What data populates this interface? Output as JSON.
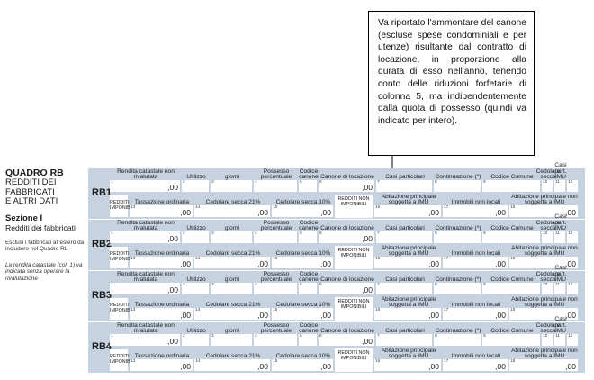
{
  "callout": {
    "text": "Va riportato l'ammontare del canone (escluse spese condominiali e per utenze) risultante dal contratto di locazione, in proporzione alla durata di esso nell'anno, tenendo conto delle riduzioni forfetarie di colonna 5, ma indipendentemente dalla quota di possesso (quindi va indicato per intero)."
  },
  "left": {
    "quadro_title": "QUADRO RB",
    "quadro_sub1": "REDDITI DEI",
    "quadro_sub2": "FABBRICATI",
    "quadro_sub3": "E ALTRI DATI",
    "sezione_title": "Sezione I",
    "sezione_sub": "Redditi dei fabbricati",
    "note_esclusi": "Esclusi i fabbricati all'estero da includere nel Quadro RL",
    "note_rendita": "La rendita catastale (col. 1) va indicata senza operare la rivalutazione"
  },
  "rows": [
    {
      "label": "RB1",
      "top": [
        {
          "num": "1",
          "hdr": "Rendita catastale non rivalutata",
          "val": ",00"
        },
        {
          "num": "2",
          "hdr": "Utilizzo",
          "val": ""
        },
        {
          "num": "3",
          "hdr": "giorni",
          "val": ""
        },
        {
          "num": "4",
          "hdr": "Possesso percentuale",
          "val": ""
        },
        {
          "num": "5",
          "hdr": "Codice canone",
          "val": ""
        },
        {
          "num": "6",
          "hdr": "Canone di locazione",
          "val": ",00"
        },
        {
          "num": "7",
          "hdr": "Casi particolari",
          "val": ""
        },
        {
          "num": "8",
          "hdr": "Continuazione (*)",
          "val": ""
        },
        {
          "num": "9",
          "hdr": "Codice Comune",
          "val": ""
        },
        {
          "num": "10",
          "hdr": "Cedolare secca",
          "val": ""
        },
        {
          "num": "11",
          "hdr": "Casi part. IMU",
          "val": ""
        },
        {
          "num": "12",
          "hdr": "",
          "val": ""
        }
      ],
      "bottom": [
        {
          "num": "",
          "hdr": "REDDITI IMPONIBILI",
          "val": ""
        },
        {
          "num": "13",
          "hdr": "Tassazione ordinaria",
          "val": ",00"
        },
        {
          "num": "14",
          "hdr": "Cedolare secca 21%",
          "val": ",00"
        },
        {
          "num": "15",
          "hdr": "Cedolare secca 10%",
          "val": ",00"
        },
        {
          "num": "",
          "hdr": "REDDITI NON IMPONIBILI",
          "val": ""
        },
        {
          "num": "16",
          "hdr": "Abitazione principale soggetta a IMU",
          "val": ",00"
        },
        {
          "num": "17",
          "hdr": "Immobili non locati",
          "val": ",00"
        },
        {
          "num": "18",
          "hdr": "Abitazione principale non soggetta a IMU",
          "val": ",00"
        }
      ]
    },
    {
      "label": "RB2",
      "top": [
        {
          "num": "1",
          "hdr": "Rendita catastale non rivalutata",
          "val": ",00"
        },
        {
          "num": "2",
          "hdr": "Utilizzo",
          "val": ""
        },
        {
          "num": "3",
          "hdr": "giorni",
          "val": ""
        },
        {
          "num": "4",
          "hdr": "Possesso percentuale",
          "val": ""
        },
        {
          "num": "5",
          "hdr": "Codice canone",
          "val": ""
        },
        {
          "num": "6",
          "hdr": "Canone di locazione",
          "val": ",00"
        },
        {
          "num": "7",
          "hdr": "Casi particolari",
          "val": ""
        },
        {
          "num": "8",
          "hdr": "Continuazione (*)",
          "val": ""
        },
        {
          "num": "9",
          "hdr": "Codice Comune",
          "val": ""
        },
        {
          "num": "10",
          "hdr": "Cedolare secca",
          "val": ""
        },
        {
          "num": "11",
          "hdr": "Casi part. IMU",
          "val": ""
        },
        {
          "num": "12",
          "hdr": "",
          "val": ""
        }
      ],
      "bottom": [
        {
          "num": "",
          "hdr": "REDDITI IMPONIBILI",
          "val": ""
        },
        {
          "num": "13",
          "hdr": "Tassazione ordinaria",
          "val": ",00"
        },
        {
          "num": "14",
          "hdr": "Cedolare secca 21%",
          "val": ",00"
        },
        {
          "num": "15",
          "hdr": "Cedolare secca 10%",
          "val": ",00"
        },
        {
          "num": "",
          "hdr": "REDDITI NON IMPONIBILI",
          "val": ""
        },
        {
          "num": "16",
          "hdr": "Abitazione principale soggetta a IMU",
          "val": ",00"
        },
        {
          "num": "17",
          "hdr": "Immobili non locati",
          "val": ",00"
        },
        {
          "num": "18",
          "hdr": "Abitazione principale non soggetta a IMU",
          "val": ",00"
        }
      ]
    },
    {
      "label": "RB3",
      "top": [
        {
          "num": "1",
          "hdr": "Rendita catastale non rivalutata",
          "val": ",00"
        },
        {
          "num": "2",
          "hdr": "Utilizzo",
          "val": ""
        },
        {
          "num": "3",
          "hdr": "giorni",
          "val": ""
        },
        {
          "num": "4",
          "hdr": "Possesso percentuale",
          "val": ""
        },
        {
          "num": "5",
          "hdr": "Codice canone",
          "val": ""
        },
        {
          "num": "6",
          "hdr": "Canone di locazione",
          "val": ",00"
        },
        {
          "num": "7",
          "hdr": "Casi particolari",
          "val": ""
        },
        {
          "num": "8",
          "hdr": "Continuazione (*)",
          "val": ""
        },
        {
          "num": "9",
          "hdr": "Codice Comune",
          "val": ""
        },
        {
          "num": "10",
          "hdr": "Cedolare secca",
          "val": ""
        },
        {
          "num": "11",
          "hdr": "Casi part. IMU",
          "val": ""
        },
        {
          "num": "12",
          "hdr": "",
          "val": ""
        }
      ],
      "bottom": [
        {
          "num": "",
          "hdr": "REDDITI IMPONIBILI",
          "val": ""
        },
        {
          "num": "13",
          "hdr": "Tassazione ordinaria",
          "val": ",00"
        },
        {
          "num": "14",
          "hdr": "Cedolare secca 21%",
          "val": ",00"
        },
        {
          "num": "15",
          "hdr": "Cedolare secca 10%",
          "val": ",00"
        },
        {
          "num": "",
          "hdr": "REDDITI NON IMPONIBILI",
          "val": ""
        },
        {
          "num": "16",
          "hdr": "Abitazione principale soggetta a IMU",
          "val": ",00"
        },
        {
          "num": "17",
          "hdr": "Immobili non locati",
          "val": ",00"
        },
        {
          "num": "18",
          "hdr": "Abitazione principale non soggetta a IMU",
          "val": ",00"
        }
      ]
    },
    {
      "label": "RB4",
      "top": [
        {
          "num": "1",
          "hdr": "Rendita catastale non rivalutata",
          "val": ",00"
        },
        {
          "num": "2",
          "hdr": "Utilizzo",
          "val": ""
        },
        {
          "num": "3",
          "hdr": "giorni",
          "val": ""
        },
        {
          "num": "4",
          "hdr": "Possesso percentuale",
          "val": ""
        },
        {
          "num": "5",
          "hdr": "Codice canone",
          "val": ""
        },
        {
          "num": "6",
          "hdr": "Canone di locazione",
          "val": ",00"
        },
        {
          "num": "7",
          "hdr": "Casi particolari",
          "val": ""
        },
        {
          "num": "8",
          "hdr": "Continuazione (*)",
          "val": ""
        },
        {
          "num": "9",
          "hdr": "Codice Comune",
          "val": ""
        },
        {
          "num": "10",
          "hdr": "Cedolare secca",
          "val": ""
        },
        {
          "num": "11",
          "hdr": "Casi part. IMU",
          "val": ""
        },
        {
          "num": "12",
          "hdr": "",
          "val": ""
        }
      ],
      "bottom": [
        {
          "num": "",
          "hdr": "REDDITI IMPONIBILI",
          "val": ""
        },
        {
          "num": "13",
          "hdr": "Tassazione ordinaria",
          "val": ",00"
        },
        {
          "num": "14",
          "hdr": "Cedolare secca 21%",
          "val": ",00"
        },
        {
          "num": "15",
          "hdr": "Cedolare secca 10%",
          "val": ",00"
        },
        {
          "num": "",
          "hdr": "REDDITI NON IMPONIBILI",
          "val": ""
        },
        {
          "num": "16",
          "hdr": "Abitazione principale soggetta a IMU",
          "val": ",00"
        },
        {
          "num": "17",
          "hdr": "Immobili non locati",
          "val": ",00"
        },
        {
          "num": "18",
          "hdr": "Abitazione principale non soggetta a IMU",
          "val": ",00"
        }
      ]
    }
  ]
}
